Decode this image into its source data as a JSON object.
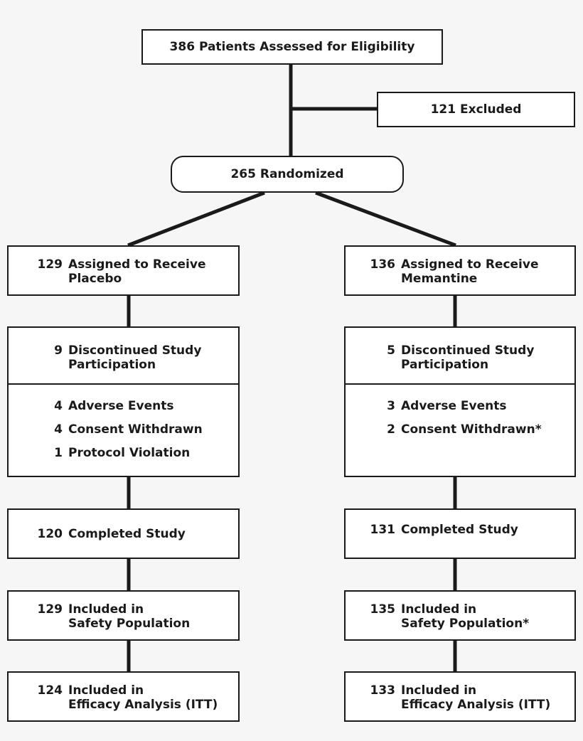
{
  "top": {
    "num": "386",
    "label": "Patients Assessed for Eligibility"
  },
  "excluded": {
    "num": "121",
    "label": "Excluded"
  },
  "randomized": {
    "num": "265",
    "label": "Randomized"
  },
  "arms": [
    {
      "assigned": {
        "num": "129",
        "line1": "Assigned to Receive",
        "line2": "Placebo"
      },
      "discontinued": {
        "num": "9",
        "line1": "Discontinued Study",
        "line2": "Participation"
      },
      "reasons": [
        {
          "num": "4",
          "label": "Adverse Events"
        },
        {
          "num": "4",
          "label": "Consent Withdrawn"
        },
        {
          "num": "1",
          "label": "Protocol Violation"
        }
      ],
      "completed": {
        "num": "120",
        "label": "Completed Study"
      },
      "safety": {
        "num": "129",
        "line1": "Included in",
        "line2": "Safety Population"
      },
      "efficacy": {
        "num": "124",
        "line1": "Included in",
        "line2": "Efficacy Analysis (ITT)"
      }
    },
    {
      "assigned": {
        "num": "136",
        "line1": "Assigned to Receive",
        "line2": "Memantine"
      },
      "discontinued": {
        "num": "5",
        "line1": "Discontinued Study",
        "line2": "Participation"
      },
      "reasons": [
        {
          "num": "3",
          "label": "Adverse Events"
        },
        {
          "num": "2",
          "label": "Consent Withdrawn*"
        }
      ],
      "completed": {
        "num": "131",
        "label": "Completed Study"
      },
      "safety": {
        "num": "135",
        "line1": "Included in",
        "line2": "Safety Population*"
      },
      "efficacy": {
        "num": "133",
        "line1": "Included in",
        "line2": "Efficacy Analysis (ITT)"
      }
    }
  ]
}
